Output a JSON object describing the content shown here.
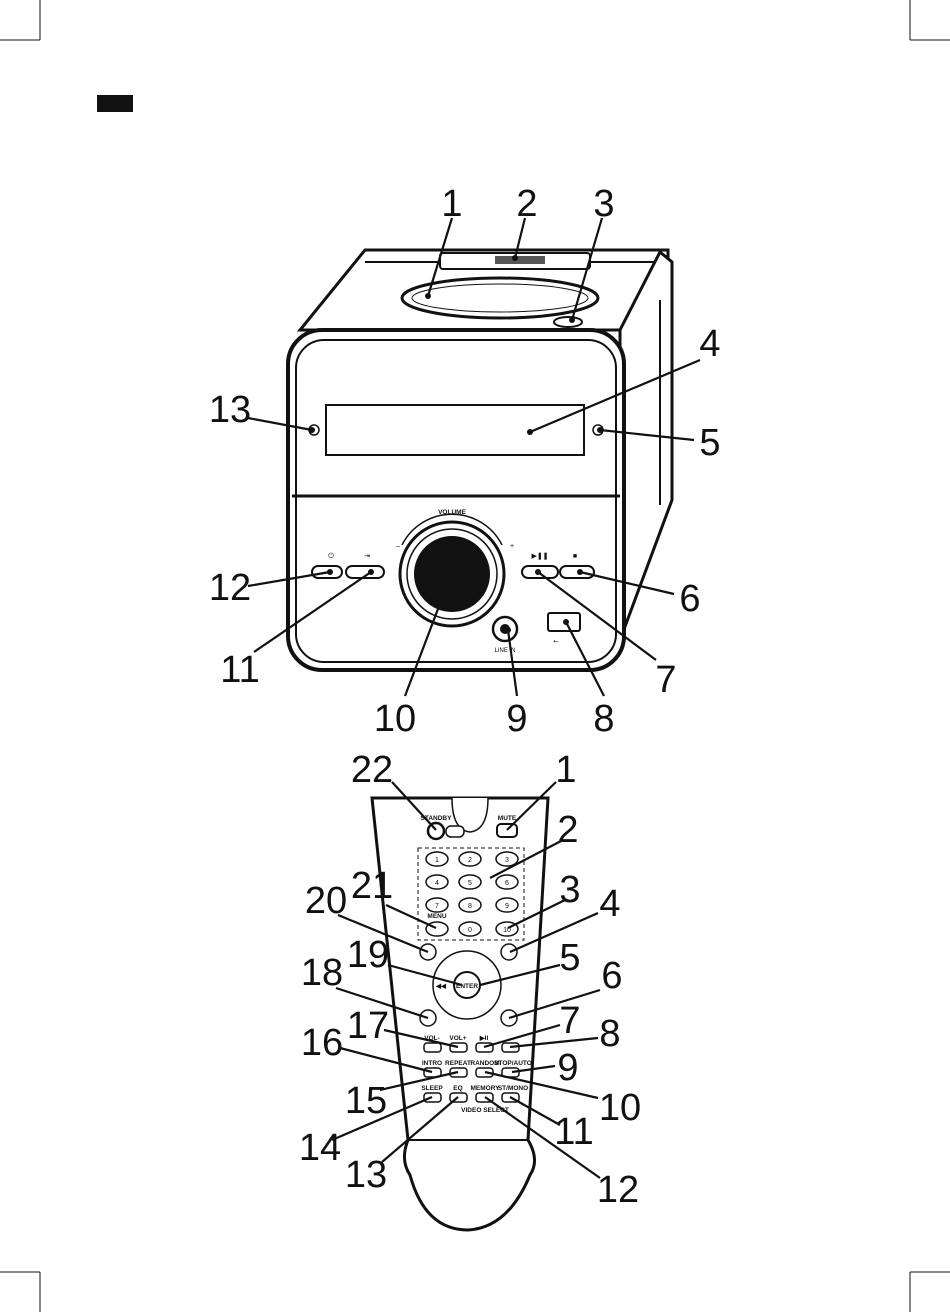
{
  "device_callouts": [
    "1",
    "2",
    "3",
    "4",
    "5",
    "6",
    "7",
    "8",
    "9",
    "10",
    "11",
    "12",
    "13"
  ],
  "remote_callouts": [
    "1",
    "2",
    "3",
    "4",
    "5",
    "6",
    "7",
    "8",
    "9",
    "10",
    "11",
    "12",
    "13",
    "14",
    "15",
    "16",
    "17",
    "18",
    "19",
    "20",
    "21",
    "22"
  ],
  "device_labels": {
    "volume": "VOLUME",
    "minus": "–",
    "plus": "+",
    "line_in": "LINE IN",
    "power_icon": "⏻",
    "source_icon": "⇥",
    "play_pause_icon": "▶❚❚",
    "stop_icon": "■",
    "usb_icon": "⭠"
  },
  "remote_labels": {
    "standby": "STANDBY",
    "mute": "MUTE",
    "digits": [
      "1",
      "2",
      "3",
      "4",
      "5",
      "6",
      "7",
      "8",
      "9",
      "0"
    ],
    "ten_plus": "10",
    "menu": "MENU",
    "vol_minus": "VOL-",
    "vol_plus": "VOL+",
    "play_pause": "▶II",
    "intro": "INTRO",
    "repeat": "REPEAT",
    "random": "RANDOM",
    "stop_auto": "STOP/AUTO",
    "sleep": "SLEEP",
    "eq": "EQ",
    "memory": "MEMORY",
    "st_mono": "ST/MONO",
    "video_select": "VIDEO SELECT",
    "enter": "ENTER",
    "rewind": "◀◀"
  },
  "icons": [
    "power-icon",
    "source-icon",
    "play-pause-icon",
    "stop-icon",
    "usb-icon"
  ]
}
